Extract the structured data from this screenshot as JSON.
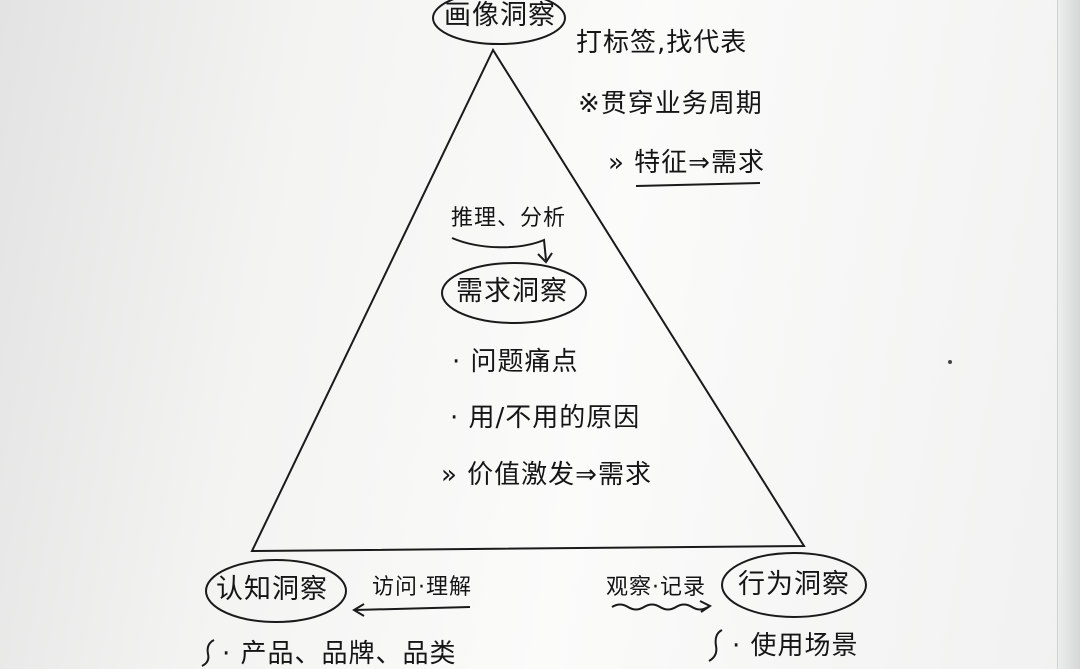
{
  "nodes": {
    "top": "画像洞察",
    "center": "需求洞察",
    "left": "认知洞察",
    "right": "行为洞察"
  },
  "top_notes": {
    "cut_line": "·······",
    "item1": "打标签,找代表",
    "item2": "※贯穿业务周期",
    "item3": "» 特征⇒需求"
  },
  "center_notes": {
    "label": "推理、分析",
    "item1": "· 问题痛点",
    "item2": "· 用/不用的原因",
    "item3": "» 价值激发⇒需求"
  },
  "bottom": {
    "left_method": "访问·理解",
    "right_method": "观察·记录",
    "left_item": "· 产品、品牌、品类",
    "right_item": "· 使用场景"
  }
}
